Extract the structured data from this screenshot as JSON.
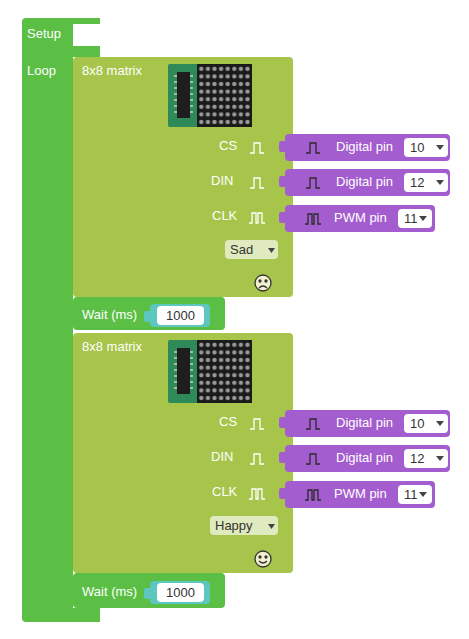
{
  "diagram": {
    "nodes": [
      {
        "text": [
          "Setup",
          "Loop"
        ]
      },
      {
        "text": [
          "8x8 matrix",
          "CS",
          "DIN",
          "CLK"
        ],
        "in": 0
      },
      {
        "text": [
          "Digital pin",
          "10"
        ],
        "in": 1
      },
      {
        "text": [
          "Digital pin",
          "12"
        ],
        "in": 1
      },
      {
        "text": [
          "PWM pin",
          "11"
        ],
        "in": 1
      },
      {
        "text": [
          "Sad"
        ],
        "in": 1
      },
      {
        "text": [
          "Wait (ms)"
        ],
        "in": 0
      },
      {
        "text": [
          "1000"
        ],
        "in": 6
      },
      {
        "text": [
          "8x8 matrix",
          "CS",
          "DIN",
          "CLK"
        ],
        "in": 0
      },
      {
        "text": [
          "Digital pin",
          "10"
        ],
        "in": 8
      },
      {
        "text": [
          "Digital pin",
          "12"
        ],
        "in": 8
      },
      {
        "text": [
          "PWM pin",
          "11"
        ],
        "in": 8
      },
      {
        "text": [
          "Happy"
        ],
        "in": 8
      },
      {
        "text": [
          "Wait (ms)"
        ],
        "in": 0
      },
      {
        "text": [
          "1000"
        ],
        "in": 13
      }
    ]
  }
}
